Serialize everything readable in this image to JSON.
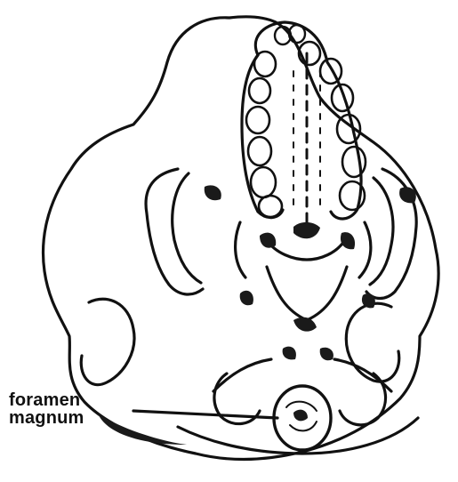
{
  "figure": {
    "labels": [
      {
        "id": "foramen-magnum",
        "lines": [
          "foramen",
          "magnum"
        ]
      }
    ]
  },
  "colors": {
    "ink": "#111111",
    "bone": "#ffffff",
    "shadow": "#1a1a1a"
  }
}
